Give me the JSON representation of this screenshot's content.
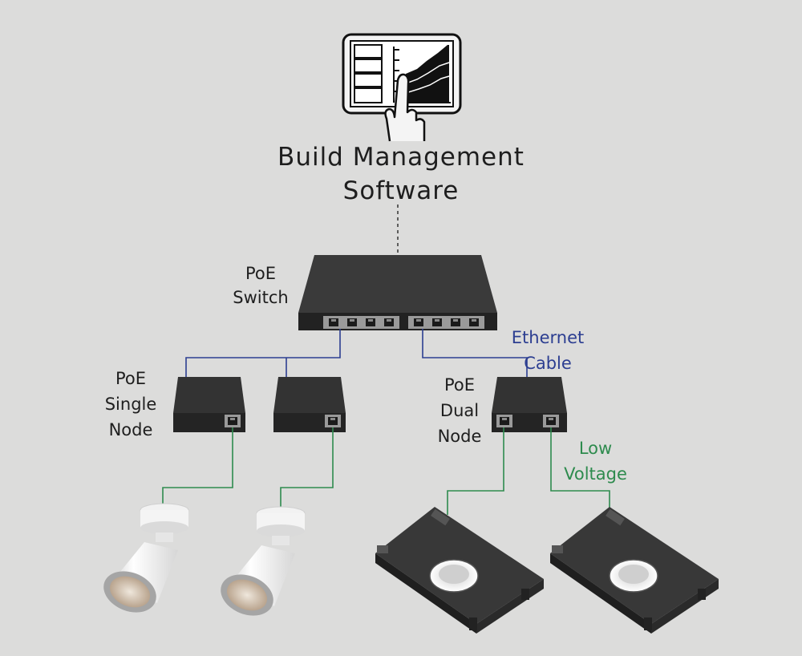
{
  "labels": {
    "title_line1": "Build Management",
    "title_line2": "Software",
    "poe_switch_line1": "PoE",
    "poe_switch_line2": "Switch",
    "ethernet_line1": "Ethernet",
    "ethernet_line2": "Cable",
    "single_node_line1": "PoE",
    "single_node_line2": "Single",
    "single_node_line3": "Node",
    "dual_node_line1": "PoE",
    "dual_node_line2": "Dual",
    "dual_node_line3": "Node",
    "low_voltage_line1": "Low",
    "low_voltage_line2": "Voltage"
  },
  "colors": {
    "background": "#dcdcdb",
    "ethernet_line": "#2c3e91",
    "low_voltage_line": "#2e8b4e",
    "device_body": "#2b2b2b"
  },
  "icons": [
    "tablet-icon",
    "hand-pointer-icon",
    "poe-switch-icon",
    "poe-node-icon",
    "spotlight-icon",
    "downlight-icon"
  ]
}
